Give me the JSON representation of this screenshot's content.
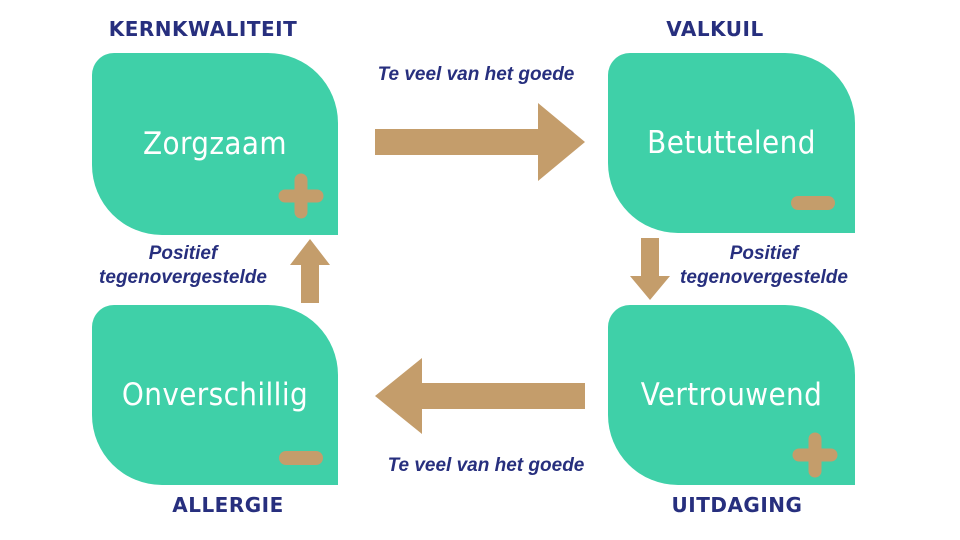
{
  "diagram": {
    "type": "kernkwadrant",
    "quadrants": {
      "kernkwaliteit": {
        "label": "KERNKWALITEIT",
        "word": "Zorgzaam",
        "sign": "plus"
      },
      "valkuil": {
        "label": "VALKUIL",
        "word": "Betuttelend",
        "sign": "minus"
      },
      "allergie": {
        "label": "ALLERGIE",
        "word": "Onverschillig",
        "sign": "minus"
      },
      "uitdaging": {
        "label": "UITDAGING",
        "word": "Vertrouwend",
        "sign": "plus"
      }
    },
    "arrows": {
      "top": {
        "label": "Te veel van het goede",
        "direction": "right"
      },
      "right": {
        "label": "Positief tegenovergestelde",
        "direction": "down"
      },
      "bottom": {
        "label": "Te veel van het goede",
        "direction": "left"
      },
      "left": {
        "label": "Positief tegenovergestelde",
        "direction": "up"
      }
    },
    "colors": {
      "box": "#3FD0A8",
      "arrow": "#C49D6B",
      "heading_text": "#272F7E",
      "box_text": "#FFFFFF",
      "background": "#FFFFFF"
    }
  }
}
